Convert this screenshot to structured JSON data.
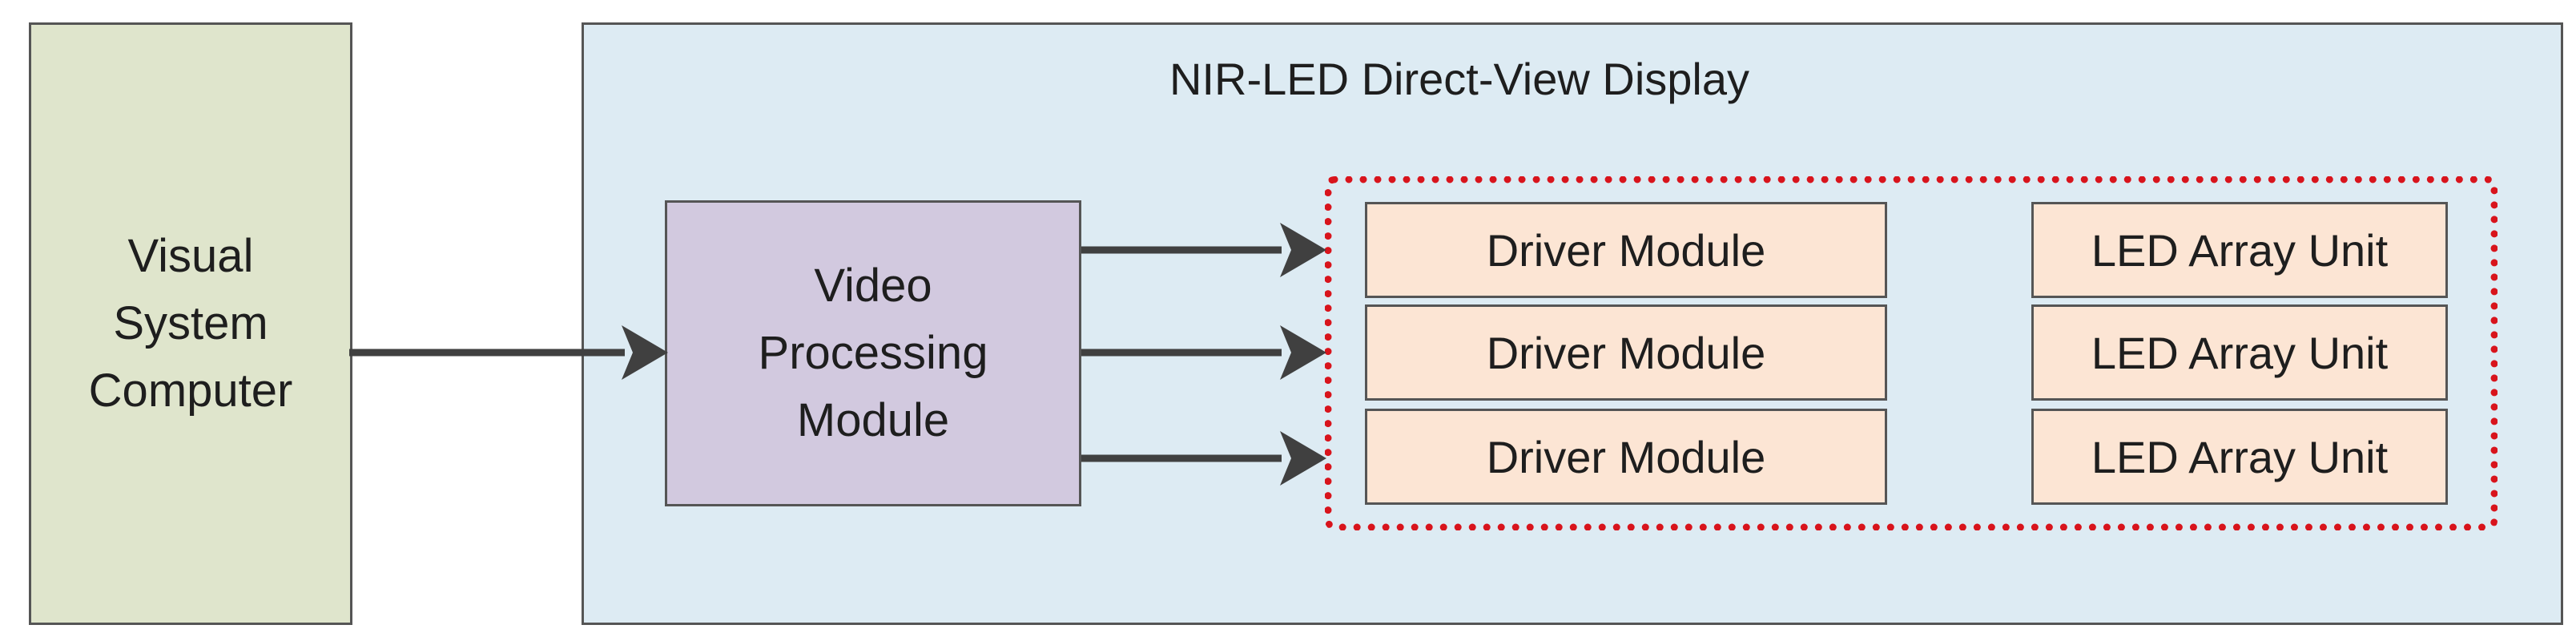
{
  "diagram": {
    "computer": {
      "label": "Visual\nSystem\nComputer"
    },
    "display": {
      "title": "NIR-LED Direct-View Display"
    },
    "video": {
      "label": "Video\nProcessing\nModule"
    },
    "drivers": [
      {
        "label": "Driver Module"
      },
      {
        "label": "Driver Module"
      },
      {
        "label": "Driver Module"
      }
    ],
    "leds": [
      {
        "label": "LED Array Unit"
      },
      {
        "label": "LED Array Unit"
      },
      {
        "label": "LED Array Unit"
      }
    ],
    "colors": {
      "computer_fill": "#dfe5cc",
      "display_fill": "#ddebf3",
      "video_fill": "#d2c9df",
      "module_fill": "#fce5d4",
      "dashed_outline": "#d8141c",
      "arrow": "#404040"
    }
  }
}
